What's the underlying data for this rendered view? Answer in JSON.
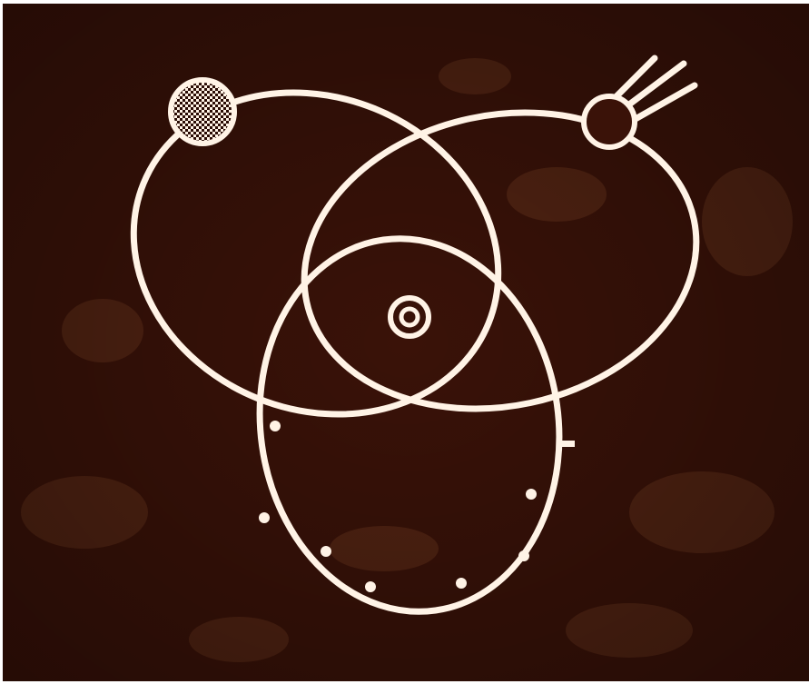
{
  "scene": {
    "background_color": "#3a1208",
    "stain_color": "#6e3a20",
    "line_color": "#fff3e6",
    "orbits": [
      "orbit-left",
      "orbit-right",
      "orbit-bottom"
    ],
    "bodies": [
      "central-star",
      "checkered-planet",
      "comet"
    ],
    "small_moons_count": 7
  }
}
